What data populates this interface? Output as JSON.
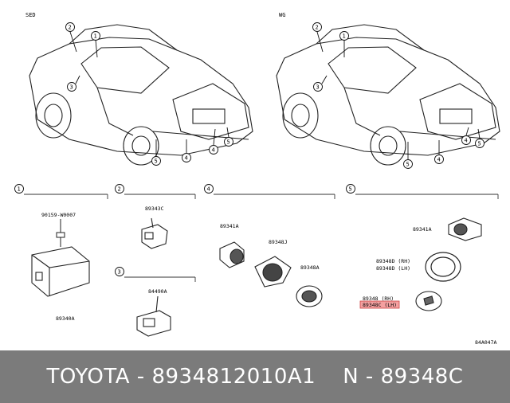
{
  "diagram": {
    "variants": {
      "sedan": "SED",
      "wagon": "WG"
    },
    "callouts": [
      "1",
      "2",
      "3",
      "4",
      "5"
    ],
    "sections": [
      {
        "num": "1",
        "parts": [
          "90159-W0007",
          "89340A"
        ]
      },
      {
        "num": "2",
        "parts": [
          "89343C"
        ]
      },
      {
        "num": "3",
        "parts": [
          "84490A"
        ]
      },
      {
        "num": "4",
        "parts": [
          "89341A",
          "89348J",
          "89348A"
        ]
      },
      {
        "num": "5",
        "parts": [
          "89341A",
          "89348D (RH)",
          "89348D (LH)",
          "89348 (RH)",
          "89348C (LH)"
        ]
      }
    ],
    "diagram_code": "84A047A",
    "highlight_color": "#f4a0a0"
  },
  "banner": {
    "left": "TOYOTA - 8934812010A1",
    "right": "N - 89348C"
  }
}
